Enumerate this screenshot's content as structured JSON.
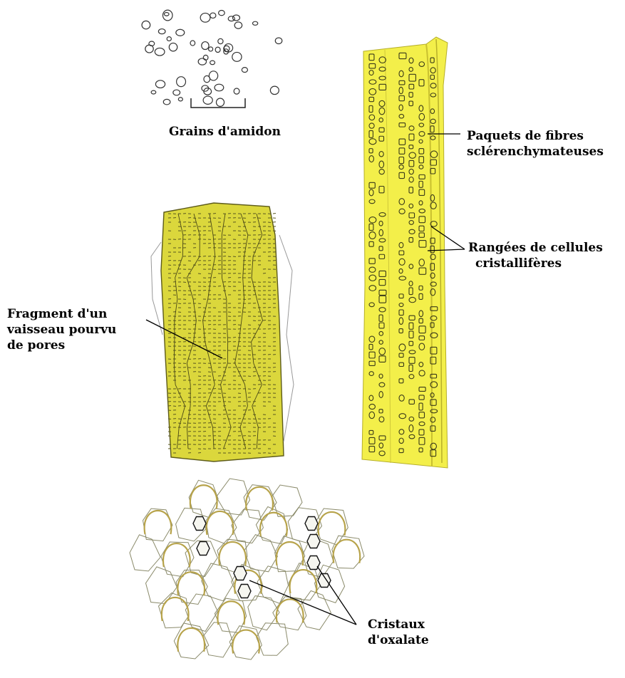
{
  "labels": {
    "starch": "Grains d'amidon",
    "fibers": [
      "Paquets de fibres",
      "sclérenchymateuses"
    ],
    "crystal_rows": [
      "Rangées de cellules",
      "cristallifères"
    ],
    "vessel": [
      "Fragment d'un",
      "vaisseau pourvu",
      "de pores"
    ],
    "oxalate": [
      "Cristaux",
      "d'oxalate"
    ]
  },
  "colors": {
    "fiber_yellow": "#f3ef4a",
    "vessel_yellow": "#d8d43a",
    "ink": "#2a2a2a",
    "cell_outline": "#8a8a6a",
    "cell_wall_yellow": "#c9b75a"
  }
}
